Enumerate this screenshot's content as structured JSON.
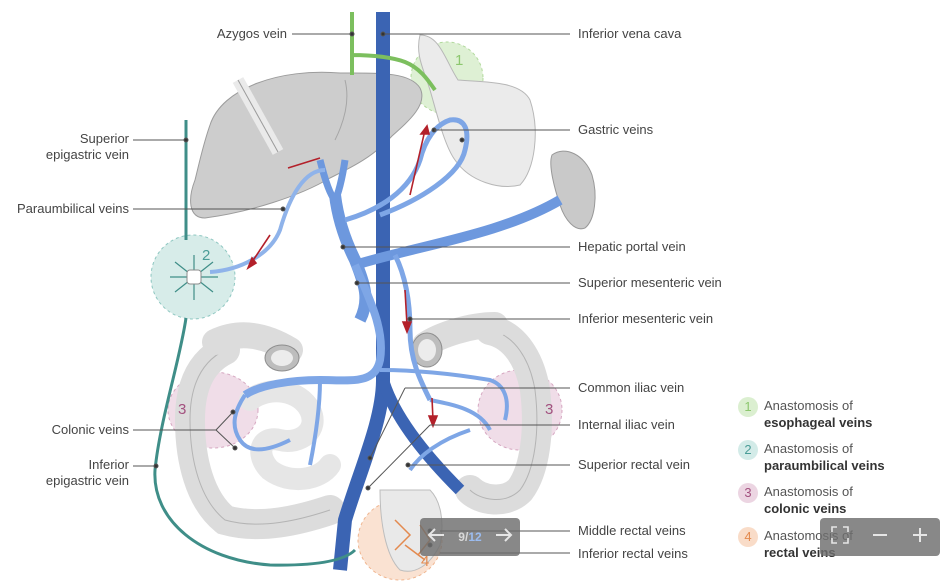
{
  "labels": {
    "azygos_vein": "Azygos vein",
    "inferior_vena_cava": "Inferior vena cava",
    "gastric_veins": "Gastric veins",
    "superior_epigastric_vein_1": "Superior",
    "superior_epigastric_vein_2": "epigastric vein",
    "paraumbilical_veins": "Paraumbilical veins",
    "hepatic_portal_vein": "Hepatic portal vein",
    "superior_mesenteric_vein": "Superior mesenteric vein",
    "inferior_mesenteric_vein": "Inferior mesenteric vein",
    "common_iliac_vein": "Common iliac vein",
    "internal_iliac_vein": "Internal iliac vein",
    "colonic_veins": "Colonic veins",
    "inferior_epigastric_vein_1": "Inferior",
    "inferior_epigastric_vein_2": "epigastric vein",
    "superior_rectal_vein": "Superior rectal vein",
    "middle_rectal_veins": "Middle rectal veins",
    "inferior_rectal_veins": "Inferior rectal veins"
  },
  "markers": {
    "m1": "1",
    "m2": "2",
    "m3_left": "3",
    "m3_right": "3",
    "m4": "4"
  },
  "legend": [
    {
      "number": "1",
      "line1": "Anastomosis of",
      "line2": "esophageal veins",
      "color": "#8cc76e",
      "bg": "#dbefd0"
    },
    {
      "number": "2",
      "line1": "Anastomosis of",
      "line2": "paraumbilical veins",
      "color": "#4a9c97",
      "bg": "#d3ebe8"
    },
    {
      "number": "3",
      "line1": "Anastomosis of",
      "line2": "colonic veins",
      "color": "#a3517f",
      "bg": "#ecd5e2"
    },
    {
      "number": "4",
      "line1": "Anastomosis of",
      "line2": "rectal veins",
      "color": "#e38a4f",
      "bg": "#f9dcc8"
    }
  ],
  "pager": {
    "current": "9",
    "separator": "/",
    "total": "12"
  },
  "colors": {
    "vein_blue": "#5f8fd6",
    "vein_light": "#8fb3ea",
    "vessel_dark": "#3b64b3",
    "epigastric_teal": "#3f8e88",
    "azygos_green": "#7cbf5e",
    "flow_arrow": "#b3202a",
    "organ_gray": "#c9c9c9",
    "intestine_gray": "#e4e4e4"
  },
  "icons": {
    "prev": "arrow-left-icon",
    "next": "arrow-right-icon",
    "fullscreen": "fullscreen-icon",
    "zoom_out": "minus-icon",
    "zoom_in": "plus-icon"
  }
}
